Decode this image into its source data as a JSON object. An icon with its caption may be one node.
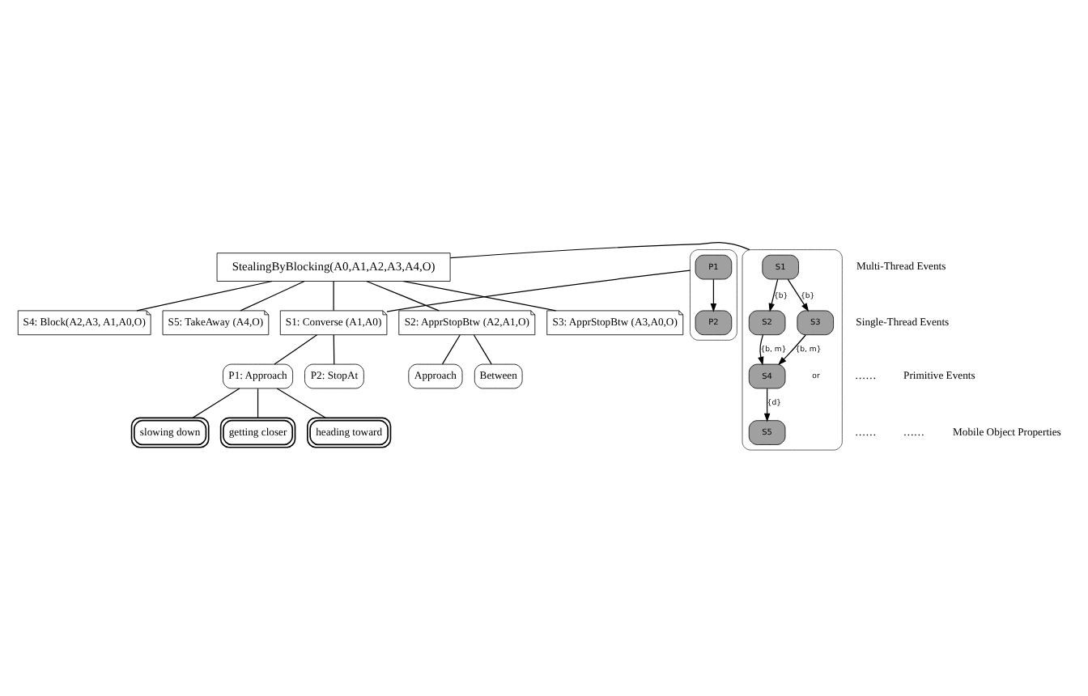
{
  "diagram": {
    "nodes": [
      {
        "text": [
          "StealingByBlocking(A0,A1,A2,A3,A4,O)"
        ]
      },
      {
        "text": [
          "S1: Converse (A1,A0)"
        ]
      },
      {
        "text": [
          "S2: ApprStopBtw (A2,A1,O)"
        ]
      },
      {
        "text": [
          "S3: ApprStopBtw (A3,A0,O)"
        ]
      },
      {
        "text": [
          "S4: Block(A2,A3, A1,A0,O)"
        ]
      },
      {
        "text": [
          "S5: TakeAway (A4,O)"
        ]
      },
      {
        "text": [
          "P1: Approach"
        ]
      },
      {
        "text": [
          "P2: StopAt"
        ]
      },
      {
        "text": [
          "Approach"
        ]
      },
      {
        "text": [
          "Between"
        ]
      },
      {
        "text": [
          "getting closer"
        ]
      },
      {
        "text": [
          "heading toward"
        ]
      },
      {
        "text": [
          "slowing down"
        ]
      },
      {
        "text": [],
        "shape": "cloud"
      },
      {
        "text": [
          "S1"
        ],
        "in": 13
      },
      {
        "text": [
          "S2"
        ],
        "in": 13
      },
      {
        "text": [
          "S3"
        ],
        "in": 13
      },
      {
        "text": [
          "S4"
        ],
        "in": 13
      },
      {
        "text": [
          "S5"
        ],
        "in": 13
      },
      {
        "text": [],
        "shape": "cloud"
      },
      {
        "text": [
          "P1"
        ],
        "in": 19
      },
      {
        "text": [
          "P2"
        ],
        "in": 19
      }
    ],
    "edges": [
      {
        "from": 13,
        "to": 0,
        "arrow": "none"
      },
      {
        "from": 14,
        "to": 15,
        "label": "{b}",
        "arrow": "to"
      },
      {
        "from": 14,
        "to": 16,
        "label": "{b}",
        "arrow": "to"
      },
      {
        "from": 15,
        "to": 17,
        "label": "{b, m}",
        "arrow": "to"
      },
      {
        "from": 16,
        "to": 17,
        "label": "{b, m}",
        "arrow": "to"
      },
      {
        "from": 17,
        "to": 18,
        "label": "{d}",
        "arrow": "to"
      },
      {
        "from": 0,
        "to": 1,
        "arrow": "none"
      },
      {
        "from": 0,
        "to": 2,
        "arrow": "none"
      },
      {
        "from": 0,
        "to": 3,
        "arrow": "none"
      },
      {
        "from": 0,
        "to": 4,
        "arrow": "none"
      },
      {
        "from": 0,
        "to": 5,
        "arrow": "none"
      },
      {
        "from": 19,
        "to": 1,
        "arrow": "none"
      },
      {
        "from": 20,
        "to": 21,
        "arrow": "to"
      },
      {
        "from": 1,
        "to": 6,
        "arrow": "none"
      },
      {
        "from": 1,
        "to": 7,
        "arrow": "none"
      },
      {
        "from": 2,
        "to": 8,
        "arrow": "none"
      },
      {
        "from": 2,
        "to": 9,
        "arrow": "none"
      },
      {
        "from": 6,
        "to": 10,
        "arrow": "none"
      },
      {
        "from": 6,
        "to": 11,
        "arrow": "none"
      },
      {
        "from": 6,
        "to": 12,
        "arrow": "none"
      }
    ],
    "labels": [
      "or",
      "Multi-Thread Events",
      "Single-Thread Events",
      "……",
      "Primitive Events",
      "……",
      "……",
      "Mobile Object Properties"
    ]
  }
}
